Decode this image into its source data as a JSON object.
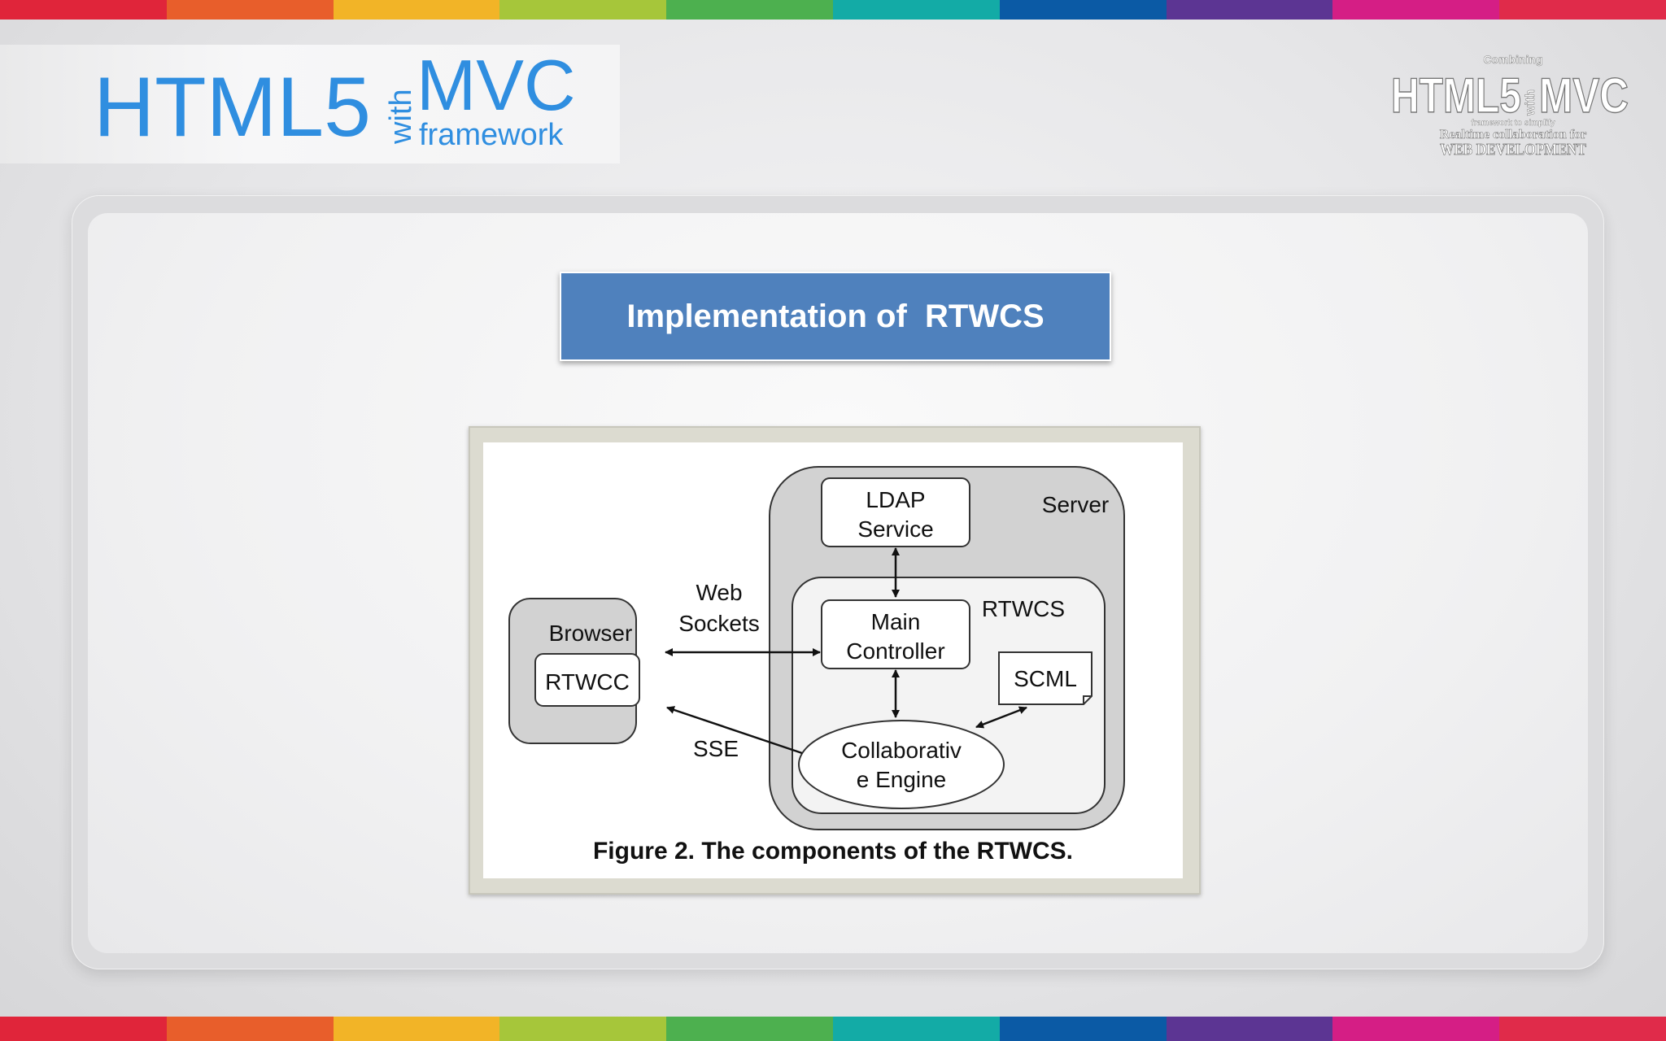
{
  "stripe_colors": [
    "#e0253a",
    "#e85e2b",
    "#f2b427",
    "#a6c63a",
    "#4db04f",
    "#13aba6",
    "#0b5aa5",
    "#5c3593",
    "#d51e85",
    "#e02b4a"
  ],
  "header": {
    "left_logo": {
      "main": "HTML5",
      "with": "with",
      "mvc": "MVC",
      "sub": "framework",
      "color": "#2f8ee0"
    },
    "right_logo": {
      "top": "Combining",
      "main": "HTML5",
      "with": "with",
      "mvc": "MVC",
      "line1": "framework to simplify",
      "line2": "Realtime collaboration for",
      "line3": "WEB DEVELOPMENT"
    }
  },
  "slide": {
    "title": "Implementation of  RTWCS",
    "title_bg": "#4f81bd"
  },
  "diagram": {
    "nodes": {
      "ldap_line1": "LDAP",
      "ldap_line2": "Service",
      "server": "Server",
      "rtwcs": "RTWCS",
      "main_line1": "Main",
      "main_line2": "Controller",
      "scml": "SCML",
      "collab_line1": "Collaborativ",
      "collab_line2": "e Engine",
      "browser": "Browser",
      "rtwcc": "RTWCC"
    },
    "edges": {
      "websockets_line1": "Web",
      "websockets_line2": "Sockets",
      "sse": "SSE"
    },
    "caption": "Figure 2. The components of the RTWCS."
  }
}
